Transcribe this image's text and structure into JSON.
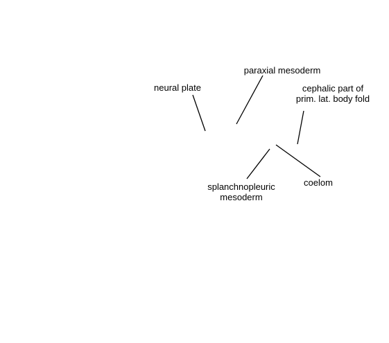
{
  "diagram": {
    "labels": {
      "neural_plate": "neural plate",
      "paraxial_mesoderm": "paraxial mesoderm",
      "cephalic_line1": "cephalic part of",
      "cephalic_line2": "prim. lat. body fold",
      "splanchnopleuric_line1": "splanchnopleuric",
      "splanchnopleuric_line2": "mesoderm",
      "coelom": "coelom"
    },
    "colors": {
      "background": "#ffffff",
      "ink": "#000000"
    }
  }
}
